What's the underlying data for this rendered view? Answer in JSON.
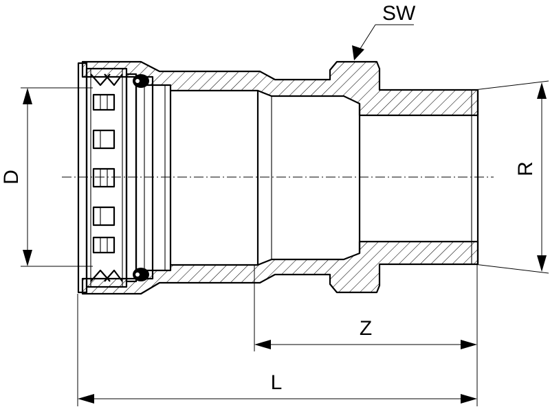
{
  "labels": {
    "sw": "SW",
    "d": "D",
    "r": "R",
    "z": "Z",
    "l": "L"
  }
}
